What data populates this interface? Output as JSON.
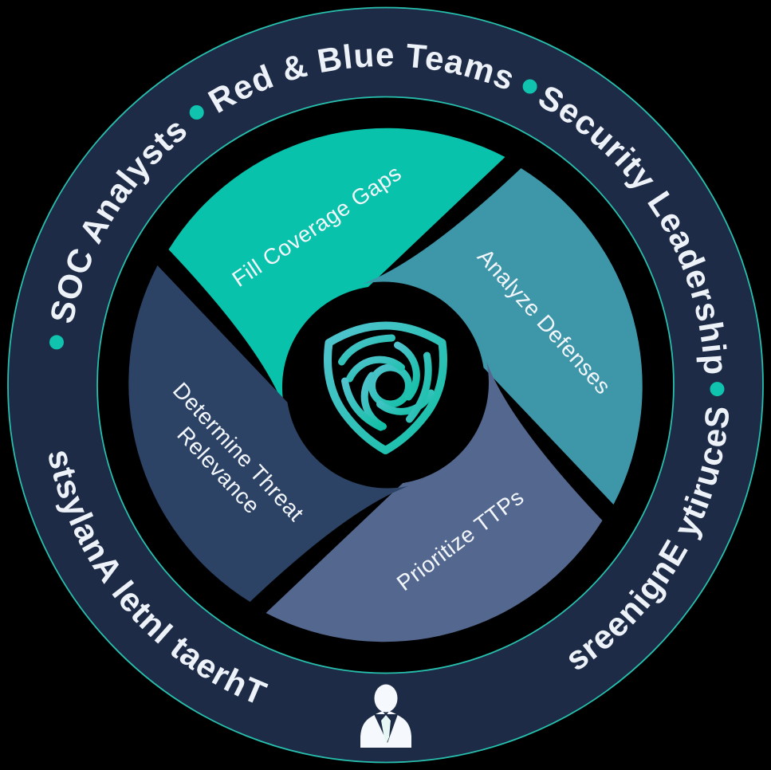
{
  "scene": {
    "background": "#000000"
  },
  "outer_ring": {
    "fill": "#1d2b46",
    "border_color": "#27bfae",
    "text_color": "#edf1f8",
    "dot_color": "#10c3ae",
    "separator": "•",
    "audiences": [
      "SOC Analysts",
      "Red & Blue Teams",
      "Security Leadership",
      "Security Engineers",
      "Threat Intel Analysts"
    ]
  },
  "wheel": {
    "text_color": "#f2f6fa",
    "segments": [
      {
        "label": "Fill Coverage Gaps",
        "lines": [
          "Fill Coverage Gaps"
        ],
        "color": "#09c2ab"
      },
      {
        "label": "Analyze Defenses",
        "lines": [
          "Analyze Defenses"
        ],
        "color": "#3e96a9"
      },
      {
        "label": "Prioritize TTPs",
        "lines": [
          "Prioritize TTPs"
        ],
        "color": "#54688f"
      },
      {
        "label": "Determine Threat Relevance",
        "lines": [
          "Determine Threat",
          "Relevance"
        ],
        "color": "#2d4366"
      }
    ]
  },
  "logo": {
    "gradient_start": "#52c3cf",
    "gradient_end": "#12c0a5"
  },
  "person": {
    "color": "#f5f8fc",
    "tie_color": "#e6f7f4"
  }
}
